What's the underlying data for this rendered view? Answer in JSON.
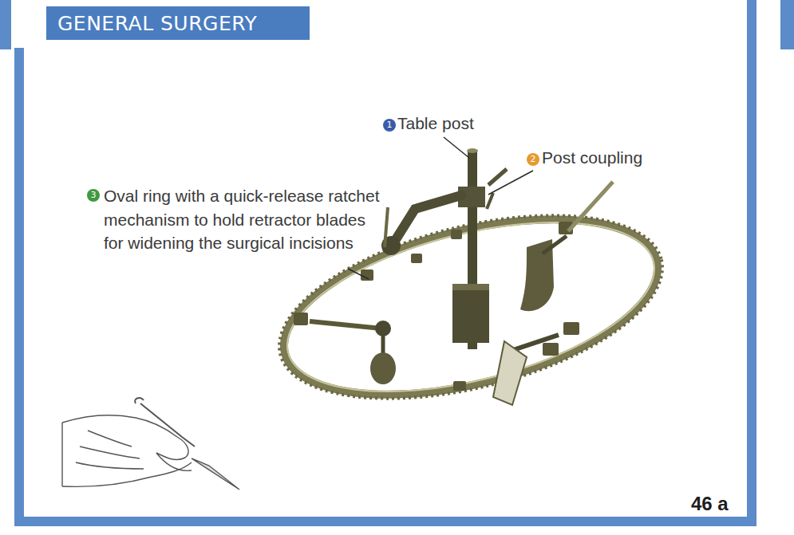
{
  "diagram": {
    "title": "GENERAL SURGERY",
    "labels": [
      "1",
      "Table post",
      "2",
      "Post coupling",
      "3",
      "Oval ring with a quick-release ratchet mechanism to hold retractor blades for widening the surgical incisions",
      "46 a"
    ]
  }
}
